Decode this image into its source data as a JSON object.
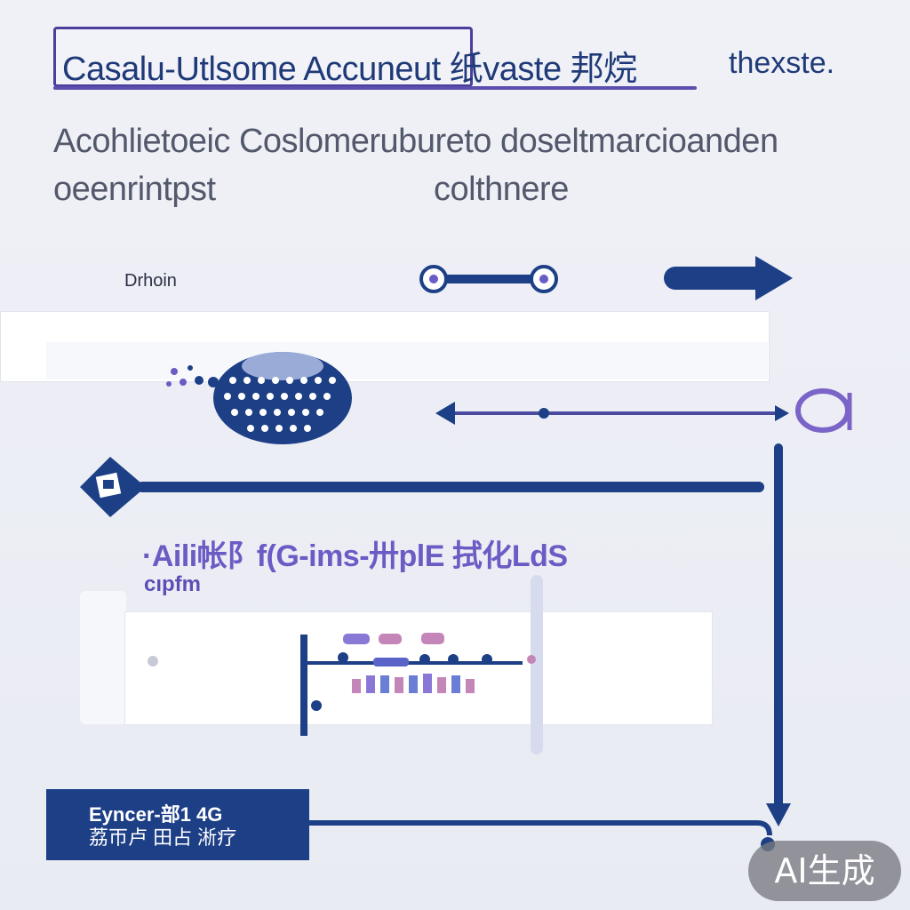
{
  "title": {
    "main": "Casalu-Utlsome Accuneut 纸vaste 邦烷",
    "suffix": "thexste."
  },
  "subtitle": {
    "line1": "Acohlietoeic Coslomerubureto doseltmarcioanden",
    "line2_left": "oeenrintpst",
    "line2_right": "colthnere"
  },
  "row_label": "Drhoin",
  "section": {
    "title": "·Aili帐阝f(G-ims-卅plE 拭化LdS",
    "subtitle": "cıpfm"
  },
  "bottom_box": {
    "line1": "Eyncer-部1 4G",
    "line2": "荔帀卢 田占 淅疗"
  },
  "badge": "AI生成",
  "colors": {
    "primary": "#1d3f86",
    "accent": "#5a4fae",
    "background": "#eceef5"
  },
  "icons": [
    "dot-cluster-icon",
    "diamond-badge-icon",
    "ring-icon",
    "arrow-right-icon",
    "arrow-left-icon",
    "arrow-down-icon"
  ]
}
